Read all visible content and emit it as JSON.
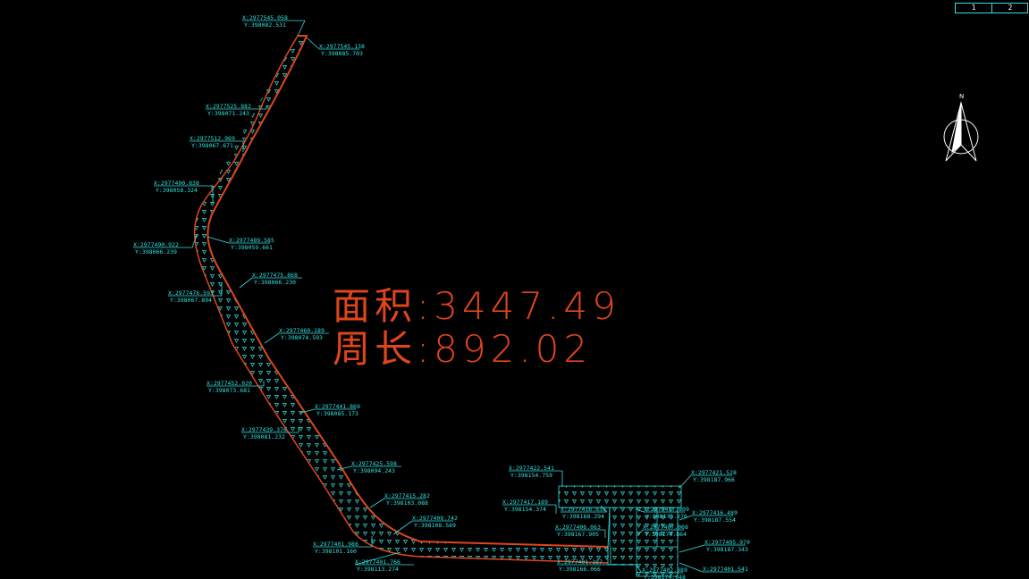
{
  "title_block": {
    "cells": [
      "1",
      "2"
    ]
  },
  "north_arrow": {
    "letter": "N"
  },
  "summary": {
    "area_label": "面积:",
    "area_value": "3447.49",
    "perimeter_label": "周长:",
    "perimeter_value": "892.02"
  },
  "colors": {
    "boundary": "#e0451d",
    "annotation": "#33e0e0",
    "hatch": "#33e0e0",
    "background": "#000000"
  },
  "coordinate_labels": [
    {
      "x": "X:2977545.058",
      "y": "Y:398082.531"
    },
    {
      "x": "X:2977545.138",
      "y": "Y:398085.703"
    },
    {
      "x": "X:2977525.882",
      "y": "Y:398071.243"
    },
    {
      "x": "X:2977512.969",
      "y": "Y:398067.671"
    },
    {
      "x": "X:2977490.838",
      "y": "Y:398058.324"
    },
    {
      "x": "X:2977490.922",
      "y": "Y:398066.239"
    },
    {
      "x": "X:2977489.585",
      "y": "Y:398059.661"
    },
    {
      "x": "X:2977476.593",
      "y": "Y:398067.894"
    },
    {
      "x": "X:2977475.868",
      "y": "Y:398066.230"
    },
    {
      "x": "X:2977460.189",
      "y": "Y:398074.593"
    },
    {
      "x": "X:2977452.020",
      "y": "Y:398073.681"
    },
    {
      "x": "X:2977441.869",
      "y": "Y:398085.173"
    },
    {
      "x": "X:2977439.376",
      "y": "Y:398081.232"
    },
    {
      "x": "X:2977425.598",
      "y": "Y:398094.243"
    },
    {
      "x": "X:2977415.282",
      "y": "Y:398103.088"
    },
    {
      "x": "X:2977409.742",
      "y": "Y:398108.569"
    },
    {
      "x": "X:2977401.986",
      "y": "Y:398101.160"
    },
    {
      "x": "X:2977401.766",
      "y": "Y:398113.274"
    },
    {
      "x": "X:2977422.541",
      "y": "Y:398154.759"
    },
    {
      "x": "X:2977417.189",
      "y": "Y:398154.374"
    },
    {
      "x": "X:2977416.638",
      "y": "Y:398168.294"
    },
    {
      "x": "X:2977406.063",
      "y": "Y:398167.905"
    },
    {
      "x": "X:2977401.187",
      "y": "Y:398166.066"
    },
    {
      "x": "X:2977421.528",
      "y": "Y:398187.966"
    },
    {
      "x": "X:2977417.809",
      "y": "Y:398175.276"
    },
    {
      "x": "X:2977416.489",
      "y": "Y:398187.554"
    },
    {
      "x": "X:2977407.068",
      "y": "Y:398174.864"
    },
    {
      "x": "X:2977405.970",
      "y": "Y:398187.343"
    },
    {
      "x": "X:2977402.889",
      "y": "Y:398174.648"
    },
    {
      "x": "X:2977401.541",
      "y": ""
    }
  ]
}
